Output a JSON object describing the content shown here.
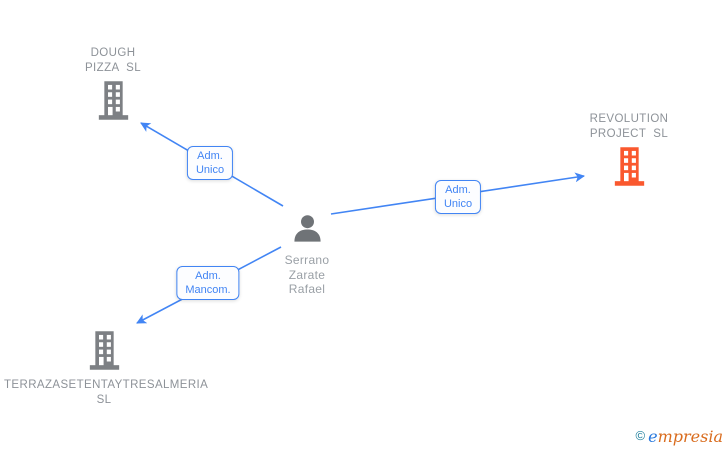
{
  "diagram": {
    "person": {
      "name": "Serrano\nZarate\nRafael",
      "icon": "person-icon"
    },
    "companies": [
      {
        "name": "DOUGH\nPIZZA  SL",
        "icon": "building-icon",
        "color": "#7d8084"
      },
      {
        "name": "REVOLUTION\nPROJECT  SL",
        "icon": "building-icon",
        "color": "#fa582e"
      },
      {
        "name": "TERRAZASETENTAYTRESALMERIA\nSL",
        "icon": "building-icon",
        "color": "#7d8084"
      }
    ],
    "edges": [
      {
        "from": "Serrano Zarate Rafael",
        "to": "DOUGH PIZZA SL",
        "label": "Adm.\nUnico"
      },
      {
        "from": "Serrano Zarate Rafael",
        "to": "REVOLUTION PROJECT SL",
        "label": "Adm.\nUnico"
      },
      {
        "from": "Serrano Zarate Rafael",
        "to": "TERRAZASETENTAYTRESALMERIA SL",
        "label": "Adm.\nMancom."
      }
    ],
    "colors": {
      "edge_blue": "#4285f4",
      "edge_label_text": "#4285f4",
      "company_name_gray": "#8d9298",
      "building_gray": "#7d8084",
      "building_orange": "#fa582e",
      "person_gray": "#6f7377",
      "person_name_gray": "#9aa0a6",
      "watermark_copyright": "#1b7d9b",
      "watermark_e": "#2878dd",
      "watermark_rest": "#d96c1e"
    },
    "watermark": {
      "copyright_symbol": "©",
      "brand_initial": "e",
      "brand_suffix": "mpresia"
    }
  }
}
